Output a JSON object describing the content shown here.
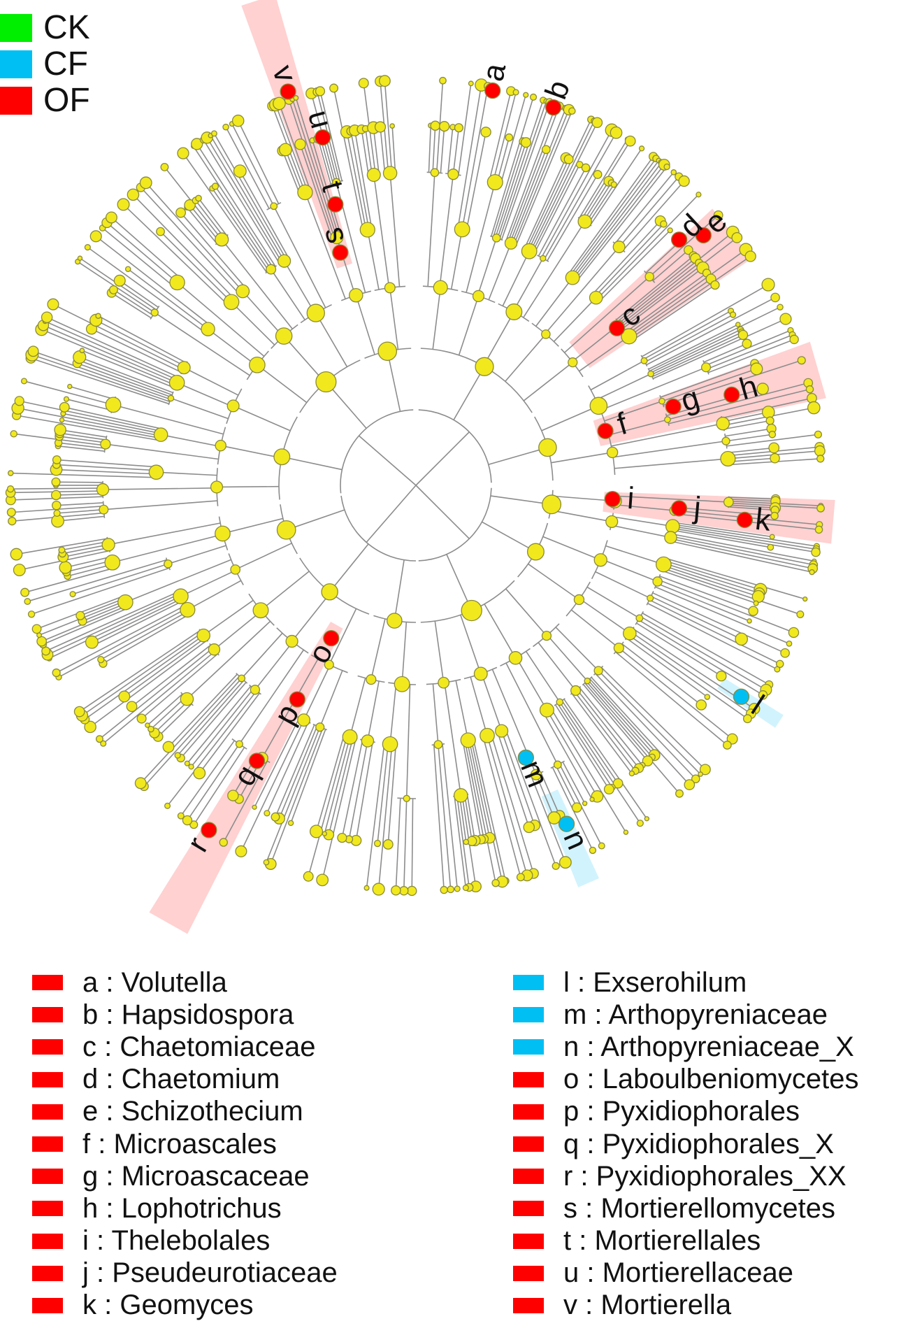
{
  "colors": {
    "CK": "#00ee00",
    "CF": "#00bff3",
    "OF": "#ff0000",
    "node": "#f1e91d",
    "node_stroke": "#8a8a3a",
    "branch": "#8c8c8c"
  },
  "legend": [
    {
      "label": "CK",
      "color": "#00ee00"
    },
    {
      "label": "CF",
      "color": "#00bff3"
    },
    {
      "label": "OF",
      "color": "#ff0000"
    }
  ],
  "biomarkers": [
    {
      "letter": "a",
      "taxon": "Volutella",
      "group": "OF"
    },
    {
      "letter": "b",
      "taxon": "Hapsidospora",
      "group": "OF"
    },
    {
      "letter": "c",
      "taxon": "Chaetomiaceae",
      "group": "OF"
    },
    {
      "letter": "d",
      "taxon": "Chaetomium",
      "group": "OF"
    },
    {
      "letter": "e",
      "taxon": "Schizothecium",
      "group": "OF"
    },
    {
      "letter": "f",
      "taxon": "Microascales",
      "group": "OF"
    },
    {
      "letter": "g",
      "taxon": "Microascaceae",
      "group": "OF"
    },
    {
      "letter": "h",
      "taxon": "Lophotrichus",
      "group": "OF"
    },
    {
      "letter": "i",
      "taxon": "Thelebolales",
      "group": "OF"
    },
    {
      "letter": "j",
      "taxon": "Pseudeurotiaceae",
      "group": "OF"
    },
    {
      "letter": "k",
      "taxon": "Geomyces",
      "group": "OF"
    },
    {
      "letter": "l",
      "taxon": "Exserohilum",
      "group": "CF"
    },
    {
      "letter": "m",
      "taxon": "Arthopyreniaceae",
      "group": "CF"
    },
    {
      "letter": "n",
      "taxon": "Arthopyreniaceae_X",
      "group": "CF"
    },
    {
      "letter": "o",
      "taxon": "Laboulbeniomycetes",
      "group": "OF"
    },
    {
      "letter": "p",
      "taxon": "Pyxidiophorales",
      "group": "OF"
    },
    {
      "letter": "q",
      "taxon": "Pyxidiophorales_X",
      "group": "OF"
    },
    {
      "letter": "r",
      "taxon": "Pyxidiophorales_XX",
      "group": "OF"
    },
    {
      "letter": "s",
      "taxon": "Mortierellomycetes",
      "group": "OF"
    },
    {
      "letter": "t",
      "taxon": "Mortierellales",
      "group": "OF"
    },
    {
      "letter": "u",
      "taxon": "Mortierellaceae",
      "group": "OF"
    },
    {
      "letter": "v",
      "taxon": "Mortierella",
      "group": "OF"
    }
  ]
}
